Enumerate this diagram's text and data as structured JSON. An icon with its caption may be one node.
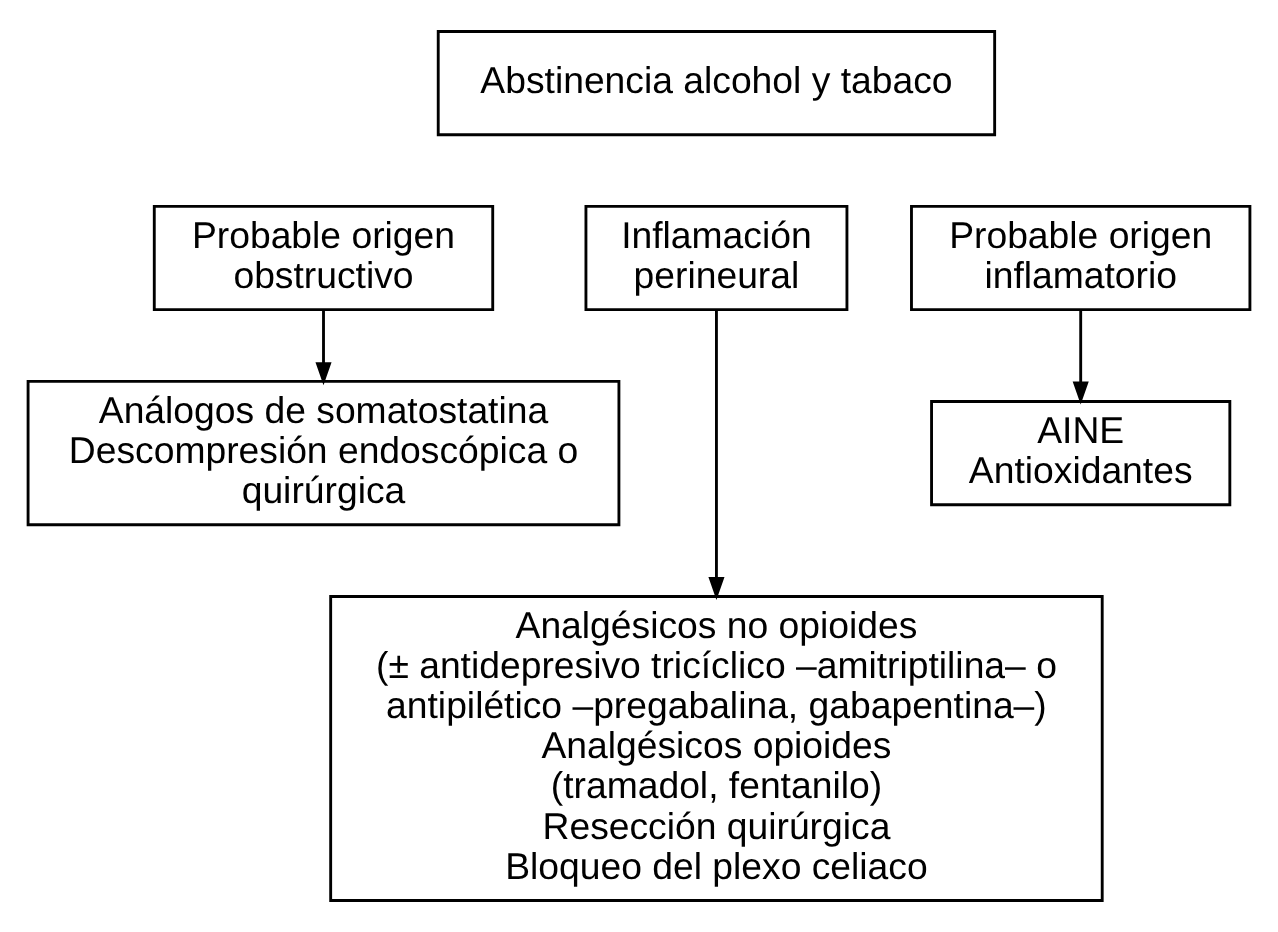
{
  "diagram": {
    "nodes": [
      {
        "text": [
          "Abstinencia alcohol y tabaco"
        ]
      },
      {
        "text": [
          "Probable origen obstructivo"
        ]
      },
      {
        "text": [
          "Inflamación perineural"
        ]
      },
      {
        "text": [
          "Probable origen inflamatorio"
        ]
      },
      {
        "text": [
          "Análogos de somatostatina",
          "Descompresión endoscópica o quirúrgica"
        ]
      },
      {
        "text": [
          "AINE",
          "Antioxidantes"
        ]
      },
      {
        "text": [
          "Analgésicos no opioides",
          "(± antidepresivo tricíclico –amitriptilina– o antipilético –pregabalina, gabapentina–)",
          "Analgésicos opioides",
          "(tramadol, fentanilo)",
          "Resección quirúrgica",
          "Bloqueo del plexo celiaco"
        ]
      }
    ],
    "edges": [
      {
        "from": 1,
        "to": 4,
        "arrow": "to"
      },
      {
        "from": 3,
        "to": 5,
        "arrow": "to"
      },
      {
        "from": 2,
        "to": 6,
        "arrow": "to"
      }
    ]
  }
}
